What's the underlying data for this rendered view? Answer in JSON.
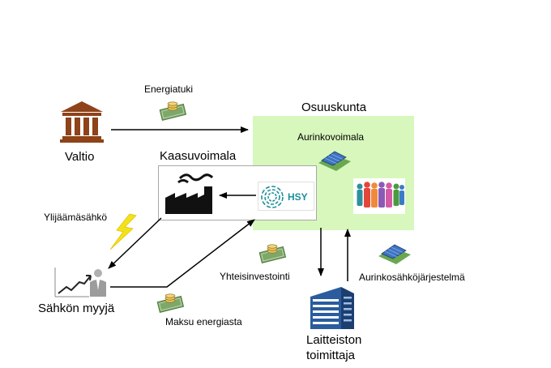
{
  "labels": {
    "state": "Valtio",
    "energy_subsidy": "Energiatuki",
    "cooperative": "Osuuskunta",
    "solar_plant": "Aurinkovoimala",
    "gas_plant": "Kaasuvoimala",
    "surplus_electricity": "Ylijäämäsähkö",
    "electricity_seller": "Sähkön myyjä",
    "joint_investment": "Yhteisinvestointi",
    "energy_payment": "Maksu energiasta",
    "solar_system": "Aurinkosähköjärjestelmä",
    "equipment_supplier_line1": "Laitteiston",
    "equipment_supplier_line2": "toimittaja",
    "hsy_logo": "HSY"
  },
  "colors": {
    "cooperative_fill": "#d7f7bc",
    "building_blue": "#2a5c9e",
    "temple_brown": "#8e4318",
    "money_green": "#7ea86a",
    "coin_gold": "#e7c35a",
    "lightning_yellow": "#f2e21c",
    "hsy_teal": "#1d8f9a"
  },
  "icons": [
    "bank-icon",
    "money-icon",
    "solar-panel-icon",
    "factory-icon",
    "hsy-logo",
    "people-icon",
    "lightning-icon",
    "seller-icon",
    "office-building-icon"
  ]
}
